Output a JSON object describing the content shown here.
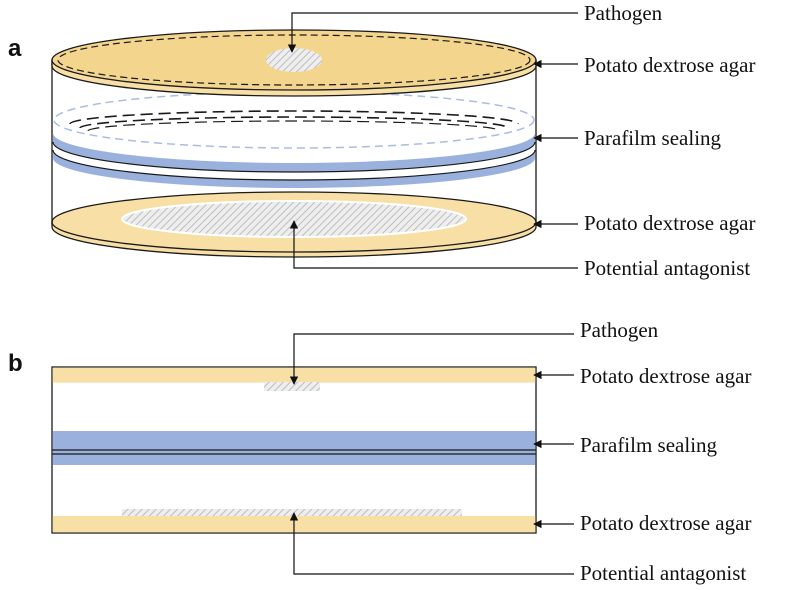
{
  "colors": {
    "agar": "#f7dfa6",
    "agar_top": "#f3d58e",
    "parafilm": "#9bb1dd",
    "hatch": "#c8c8c8",
    "outline": "#1a1a1a",
    "dashed_light": "#a9bde3"
  },
  "panels": [
    {
      "letter": "a",
      "labels": {
        "pathogen": "Pathogen",
        "top_agar": "Potato dextrose agar",
        "parafilm": "Parafilm sealing",
        "bottom_agar": "Potato dextrose agar",
        "antagonist": "Potential antagonist"
      }
    },
    {
      "letter": "b",
      "labels": {
        "pathogen": "Pathogen",
        "top_agar": "Potato dextrose agar",
        "parafilm": "Parafilm sealing",
        "bottom_agar": "Potato dextrose agar",
        "antagonist": "Potential antagonist"
      }
    }
  ]
}
